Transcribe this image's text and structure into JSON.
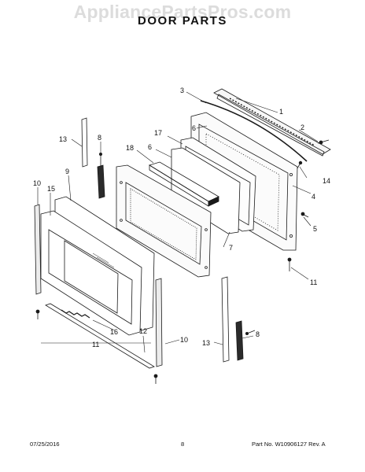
{
  "watermark": "AppliancePartsPros.com",
  "title": "DOOR PARTS",
  "callouts": {
    "c1": "1",
    "c2": "2",
    "c3": "3",
    "c4": "4",
    "c5": "5",
    "c6": "6",
    "c6b": "6",
    "c7": "7",
    "c8a": "8",
    "c8b": "8",
    "c9": "9",
    "c10a": "10",
    "c10b": "10",
    "c11a": "11",
    "c11b": "11",
    "c12": "12",
    "c13a": "13",
    "c13b": "13",
    "c14": "14",
    "c15": "15",
    "c16": "16",
    "c17": "17",
    "c18": "18"
  },
  "footer": {
    "date": "07/25/2016",
    "page": "8",
    "part_no": "Part No. W10906127  Rev. A"
  },
  "colors": {
    "line": "#1a1a1a",
    "watermark": "#dcdcdc",
    "shade": "#2b2b2b"
  }
}
